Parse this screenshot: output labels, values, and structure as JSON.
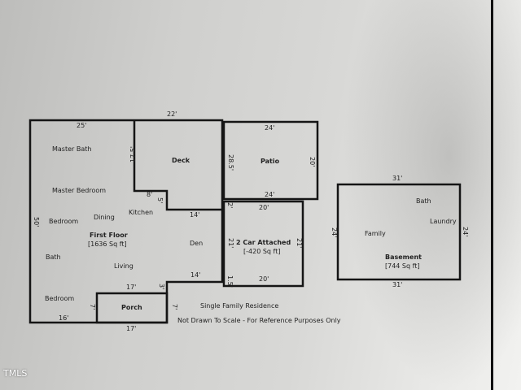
{
  "plan": {
    "first_floor": {
      "title": "First Floor",
      "area": "[1636 Sq ft]",
      "rooms": [
        "Master Bath",
        "Master Bedroom",
        "Bedroom",
        "Dining",
        "Kitchen",
        "Den",
        "Bath",
        "Living",
        "Bedroom"
      ],
      "dims": {
        "top_total": "22'",
        "top": "25'",
        "deck_left": "17.5'",
        "notch_h": "8'",
        "notch_v": "5'",
        "kitchen_right": "14'",
        "left": "50'",
        "den_bottom": "14'",
        "porch_top": "17'",
        "step": "3'",
        "bottom_left": "16'",
        "porch_left": "7'",
        "porch_right": "7'",
        "bottom": "17'"
      }
    },
    "deck": {
      "label": "Deck"
    },
    "porch": {
      "label": "Porch"
    },
    "patio": {
      "label": "Patio",
      "top": "24'",
      "bottom": "24'",
      "left": "28.5'",
      "right": "20'"
    },
    "garage": {
      "title": "2 Car Attached",
      "area": "[-420 Sq ft]",
      "top": "20'",
      "bottom": "20'",
      "left": "21'",
      "right": "21'",
      "gap_top": "2'",
      "gap_bottom": "1.5'"
    },
    "basement": {
      "title": "Basement",
      "area": "[744 Sq ft]",
      "rooms": [
        "Bath",
        "Laundry",
        "Family"
      ],
      "top": "31'",
      "bottom": "31'",
      "left": "24'",
      "right": "24'"
    },
    "caption": "Single Family Residence",
    "disclaimer": "Not Drawn To Scale - For Reference Purposes Only"
  },
  "watermark": "TMLS"
}
